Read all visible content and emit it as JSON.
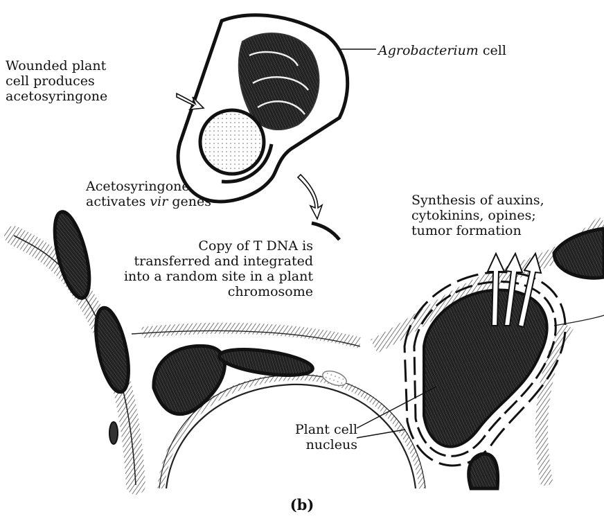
{
  "labels": {
    "wounded": [
      "Wounded plant",
      "cell produces",
      "acetosyringone"
    ],
    "agrobacterium": {
      "italic": "Agrobacterium",
      "rest": " cell"
    },
    "aceto": {
      "line1": "Acetosyringone",
      "line2_prefix": "activates ",
      "line2_italic": "vir",
      "line2_suffix": " genes"
    },
    "copy": [
      "Copy of T DNA is",
      "transferred and integrated",
      "into a random site in a plant",
      "chromosome"
    ],
    "synthesis": [
      "Synthesis of auxins,",
      "cytokinins, opines;",
      "tumor formation"
    ],
    "nucleus": [
      "Plant cell",
      "nucleus"
    ]
  },
  "panel_label": "(b)",
  "colors": {
    "ink": "#111111",
    "shade": "#3a3a3a",
    "paper": "#ffffff"
  }
}
